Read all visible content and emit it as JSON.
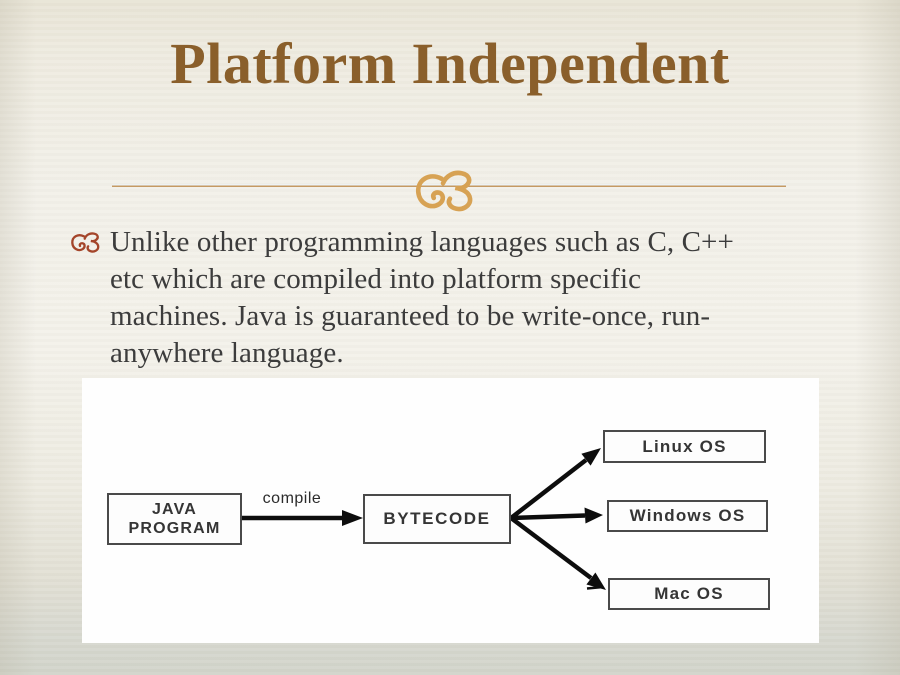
{
  "slide": {
    "title": "Platform Independent",
    "colors": {
      "title_brown": "#8a5f2b",
      "ornament_gold": "#d7a254",
      "bullet_rust": "#a4452a",
      "body_text": "#3c3c3c",
      "divider_tan": "#c59a63",
      "background_beige": "#f2f0e9",
      "diagram_line": "#111111"
    }
  },
  "bullet_point": {
    "lines": [
      "Unlike other programming languages such as C, C++",
      "etc which are compiled into platform specific",
      "machines. Java is guaranteed to be write-once, run-",
      "anywhere language."
    ],
    "full_text": "Unlike other programming languages such as C, C++ etc which are compiled into platform specific machines. Java is guaranteed to be write-once, run-anywhere language."
  },
  "diagram": {
    "edge_label": "compile",
    "nodes": {
      "java": {
        "line1": "JAVA",
        "line2": "PROGRAM"
      },
      "bytecode": {
        "label": "BYTECODE"
      },
      "linux": {
        "label": "Linux OS"
      },
      "windows": {
        "label": "Windows OS"
      },
      "mac": {
        "label": "Mac OS"
      }
    }
  }
}
